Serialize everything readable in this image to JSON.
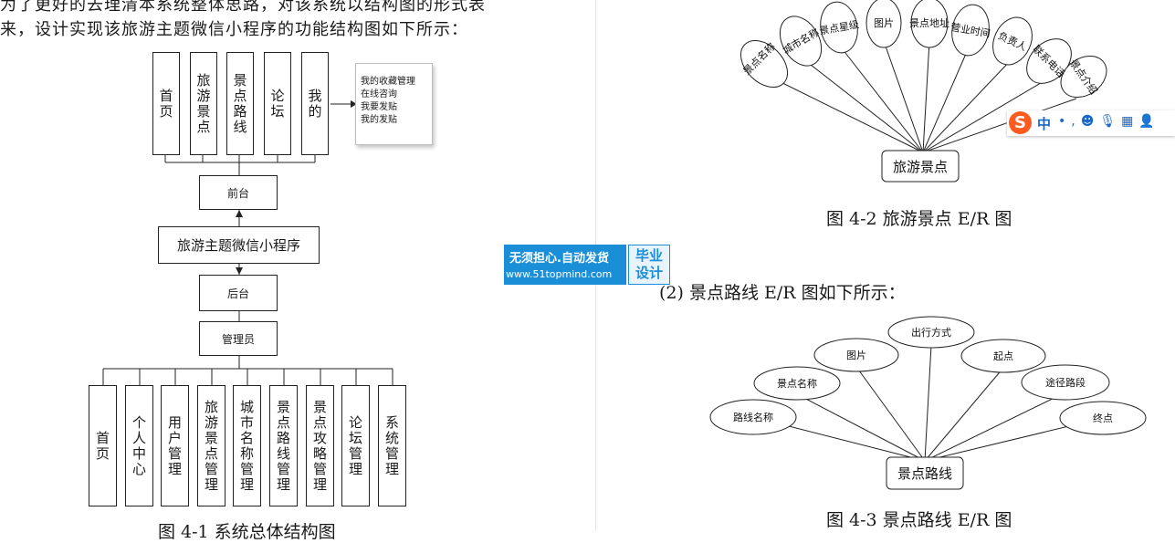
{
  "left_text": {
    "line1": "为了更好的去理清本系统整体思路，对该系统以结构图的形式表",
    "line2": "来，设计实现该旅游主题微信小程序的功能结构图如下所示："
  },
  "structure": {
    "front_modules": [
      "首页",
      "旅游景点",
      "景点路线",
      "论坛",
      "我的"
    ],
    "mine_items": [
      "我的收藏管理",
      "在线咨询",
      "我要发贴",
      "我的发贴"
    ],
    "front": "前台",
    "app": "旅游主题微信小程序",
    "back": "后台",
    "admin": "管理员",
    "admin_modules": [
      "首页",
      "个人中心",
      "用户管理",
      "旅游景点管理",
      "城市名称管理",
      "景点路线管理",
      "景点攻略管理",
      "论坛管理",
      "系统管理"
    ],
    "caption": "图 4-1 系统总体结构图"
  },
  "er1": {
    "entity": "旅游景点",
    "attributes": [
      "景点名称",
      "城市名称",
      "景点星级",
      "图片",
      "景点地址",
      "营业时间",
      "负责人",
      "联系电话",
      "景点介绍"
    ],
    "caption": "图 4-2 旅游景点 E/R 图"
  },
  "er2": {
    "intro": "(2) 景点路线 E/R 图如下所示：",
    "entity": "景点路线",
    "attributes": [
      "路线名称",
      "景点名称",
      "图片",
      "出行方式",
      "起点",
      "途径路段",
      "终点"
    ],
    "caption": "图 4-3 景点路线 E/R 图"
  },
  "watermark": {
    "slogan": "无须担心.自动发货",
    "url": "www.51topmind.com",
    "badge_line1": "毕业",
    "badge_line2": "设计"
  },
  "ime_bar": {
    "logo": "S",
    "mode": "中",
    "icons": [
      "punctuation-icon",
      "emoji-icon",
      "microphone-icon",
      "keyboard-icon",
      "user-icon"
    ]
  }
}
